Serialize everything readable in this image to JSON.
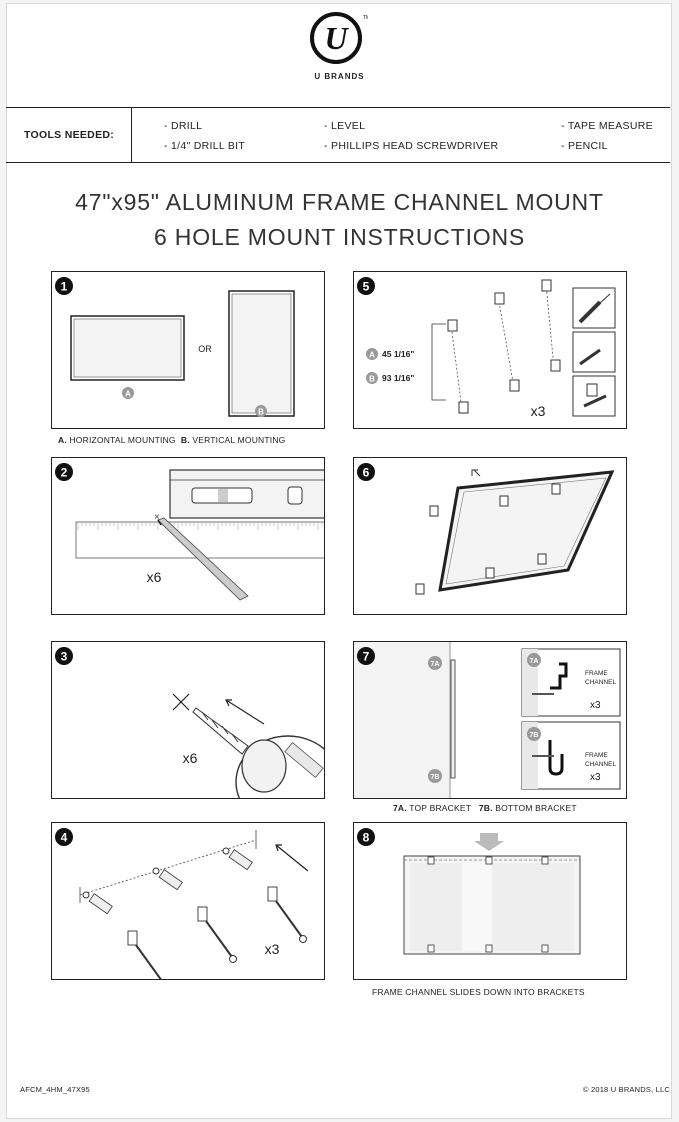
{
  "brand": {
    "name": "U BRANDS",
    "logo_letter": "U",
    "trademark": "TM"
  },
  "tools": {
    "label": "TOOLS NEEDED:",
    "items": [
      "- DRILL",
      "- 1/4\" DRILL BIT",
      "- LEVEL",
      "- PHILLIPS HEAD SCREWDRIVER",
      "- TAPE MEASURE",
      "- PENCIL"
    ]
  },
  "title": {
    "line1": "47\"x95\" ALUMINUM FRAME CHANNEL MOUNT",
    "line2": "6 HOLE MOUNT INSTRUCTIONS"
  },
  "steps": {
    "s1": {
      "num": "1",
      "or": "OR",
      "a": "A",
      "b": "B",
      "cap_a_key": "A.",
      "cap_a": "HORIZONTAL MOUNTING",
      "cap_b_key": "B.",
      "cap_b": "VERTICAL MOUNTING"
    },
    "s2": {
      "num": "2",
      "mult": "x6"
    },
    "s3": {
      "num": "3",
      "mult": "x6"
    },
    "s4": {
      "num": "4",
      "mult": "x3"
    },
    "s5": {
      "num": "5",
      "a": "A",
      "b": "B",
      "a_val": "45 1/16\"",
      "b_val": "93 1/16\"",
      "mult": "x3"
    },
    "s6": {
      "num": "6"
    },
    "s7": {
      "num": "7",
      "tag_a": "7A",
      "tag_b": "7B",
      "frame": "FRAME",
      "channel": "CHANNEL",
      "mult_a": "x3",
      "mult_b": "x3",
      "cap_a_key": "7A.",
      "cap_a": "TOP BRACKET",
      "cap_b_key": "7B.",
      "cap_b": "BOTTOM BRACKET"
    },
    "s8": {
      "num": "8",
      "cap": "FRAME CHANNEL SLIDES DOWN INTO BRACKETS"
    }
  },
  "footer": {
    "code": "AFCM_4HM_47X95",
    "copyright": "© 2018 U BRANDS, LLC"
  }
}
